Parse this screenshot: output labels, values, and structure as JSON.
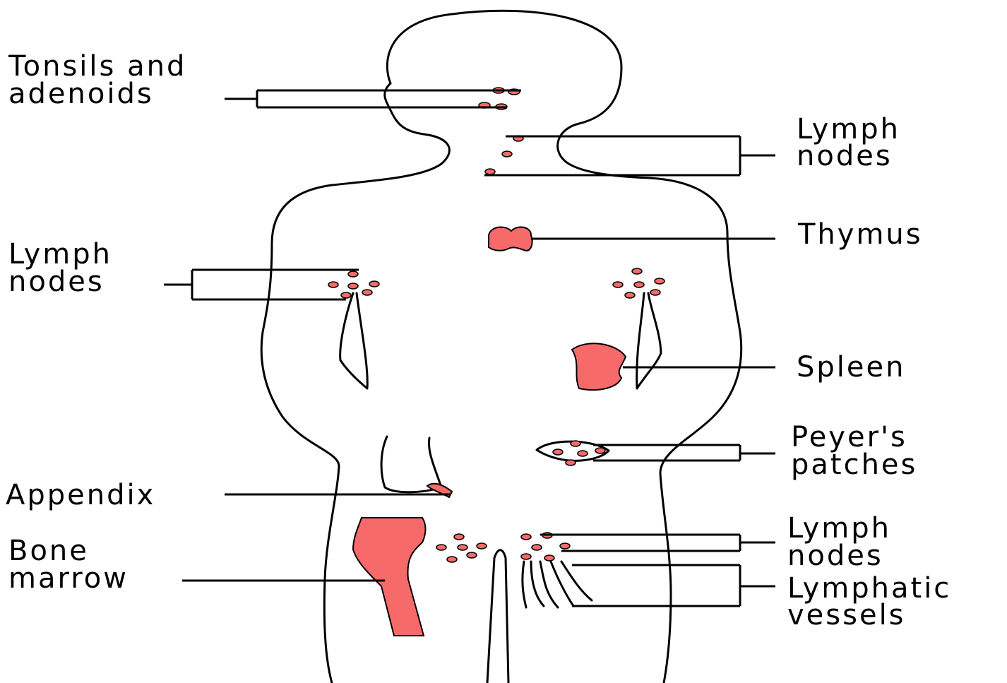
{
  "colors": {
    "organ_fill": "#f76a6a",
    "outline": "#000000",
    "background": "#ffffff"
  },
  "labels": {
    "tonsils": [
      "Tonsils and",
      "adenoids"
    ],
    "lymph_nodes_neck": [
      "Lymph",
      "nodes"
    ],
    "thymus": "Thymus",
    "lymph_nodes_armpit": [
      "Lymph",
      "nodes"
    ],
    "spleen": "Spleen",
    "peyers": [
      "Peyer's",
      "patches"
    ],
    "appendix": "Appendix",
    "bone_marrow": [
      "Bone",
      "marrow"
    ],
    "lymph_nodes_groin": [
      "Lymph",
      "nodes"
    ],
    "lymphatic_vessels": [
      "Lymphatic",
      "vessels"
    ]
  }
}
